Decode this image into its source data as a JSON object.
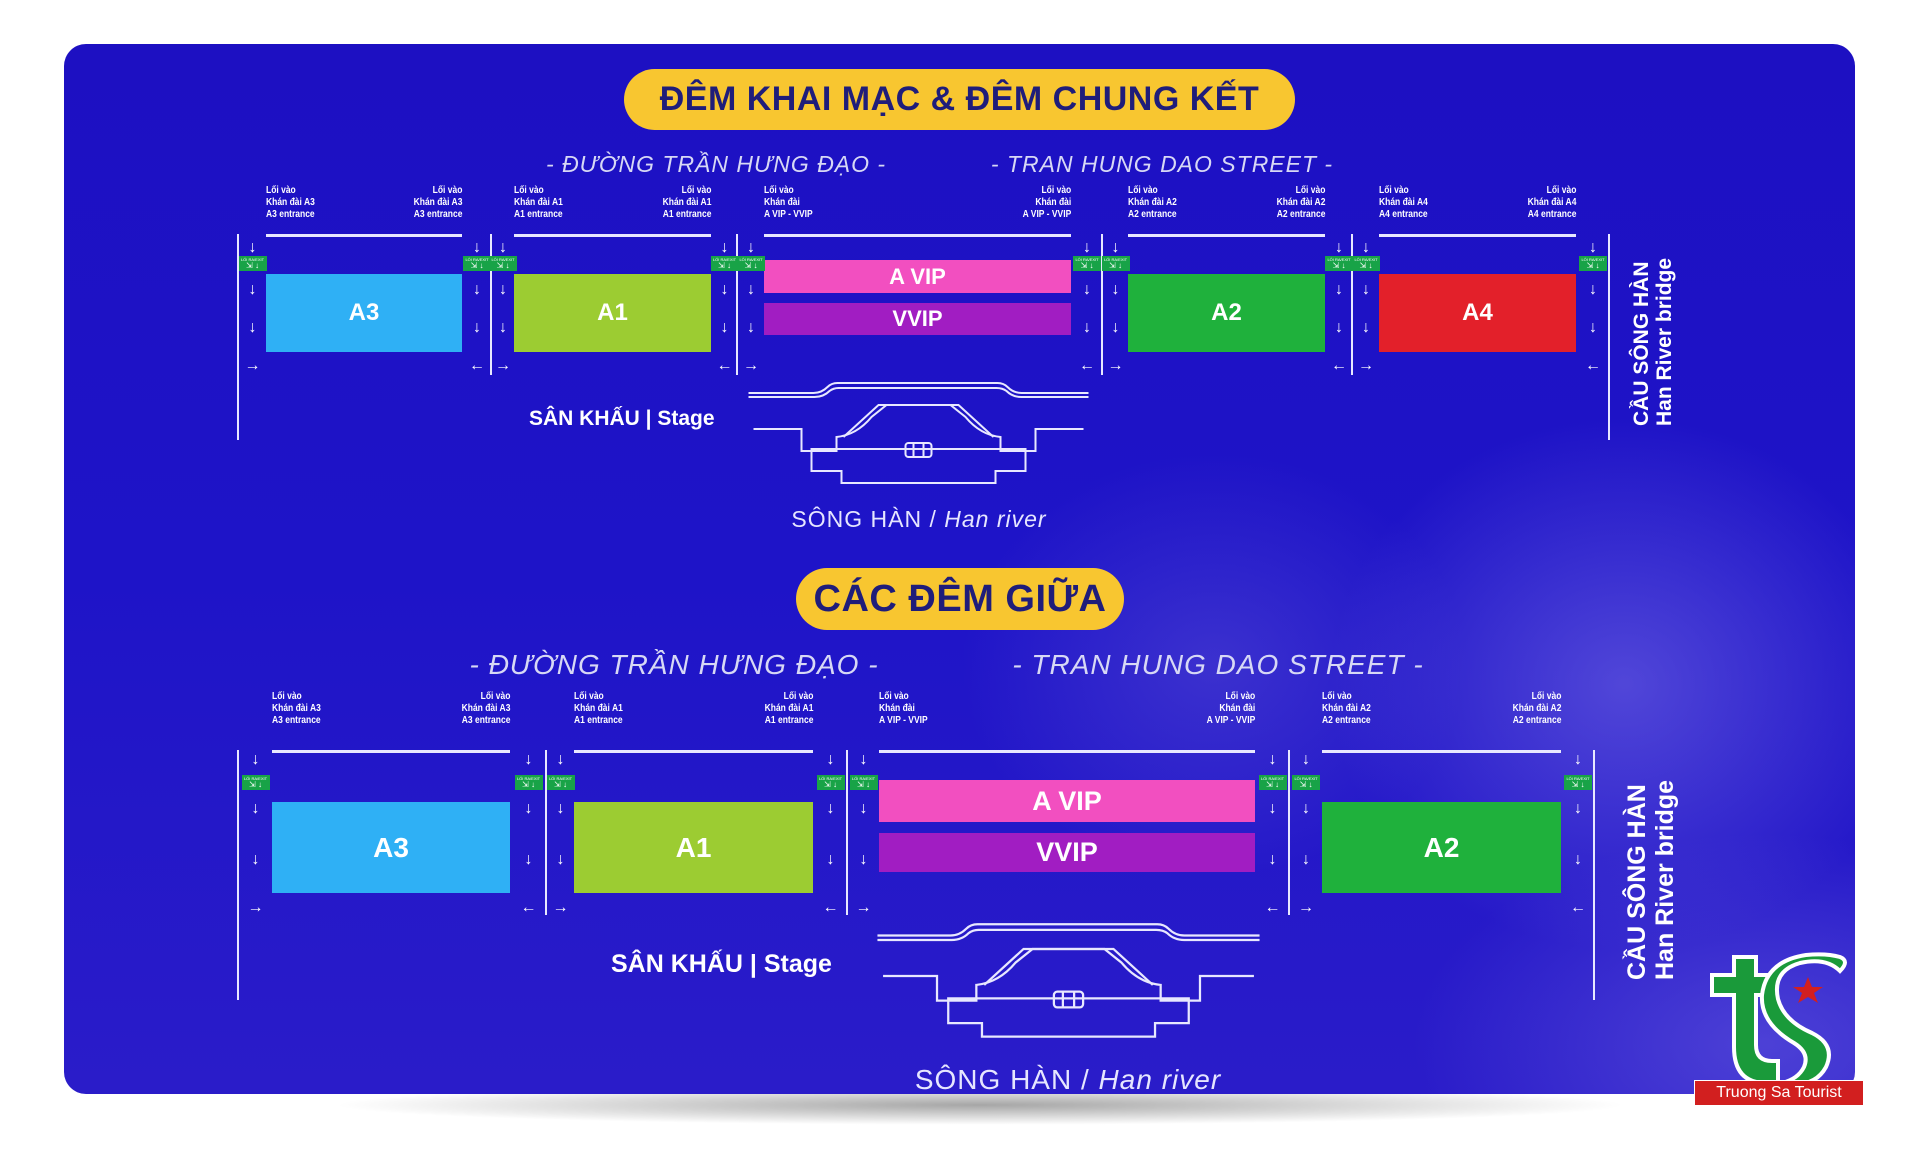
{
  "colors": {
    "background": "#1e14c8",
    "pill": "#f8c630",
    "A3": "#2fb0f5",
    "A1": "#9ccc32",
    "A_VIP": "#f24fc0",
    "VVIP": "#a11dc2",
    "A2": "#1fb13c",
    "A4": "#e3202a",
    "exit": "#18a347"
  },
  "exit_sign": "LỐI RA/EXIT",
  "sections": [
    {
      "title": "ĐÊM KHAI MẠC & ĐÊM CHUNG KẾT",
      "street_vi": "- ĐƯỜNG TRẦN HƯNG ĐẠO -",
      "street_en": "- TRAN HUNG DAO STREET -",
      "entrances": [
        [
          "Lối vào",
          "Khán đài A3",
          "A3 entrance"
        ],
        [
          "Lối vào",
          "Khán đài A3",
          "A3 entrance"
        ],
        [
          "Lối vào",
          "Khán đài A1",
          "A1 entrance"
        ],
        [
          "Lối vào",
          "Khán đài A1",
          "A1 entrance"
        ],
        [
          "Lối vào",
          "Khán đài",
          "A VIP - VVIP"
        ],
        [
          "Lối vào",
          "Khán đài",
          "A VIP - VVIP"
        ],
        [
          "Lối vào",
          "Khán đài A2",
          "A2 entrance"
        ],
        [
          "Lối vào",
          "Khán đài A2",
          "A2 entrance"
        ],
        [
          "Lối vào",
          "Khán đài A4",
          "A4 entrance"
        ],
        [
          "Lối vào",
          "Khán đài A4",
          "A4 entrance"
        ]
      ],
      "stands": [
        {
          "label": "A3",
          "color": "#2fb0f5"
        },
        {
          "label": "A1",
          "color": "#9ccc32"
        },
        {
          "label": "A VIP",
          "color": "#f24fc0"
        },
        {
          "label": "VVIP",
          "color": "#a11dc2"
        },
        {
          "label": "A2",
          "color": "#1fb13c"
        },
        {
          "label": "A4",
          "color": "#e3202a"
        }
      ],
      "stage_label": "SÂN KHẤU | Stage",
      "river_vi": "SÔNG HÀN /",
      "river_en": "Han river",
      "bridge_vi": "CẦU SÔNG HÀN",
      "bridge_en": "Han River bridge"
    },
    {
      "title": "CÁC ĐÊM GIỮA",
      "street_vi": "- ĐƯỜNG TRẦN HƯNG ĐẠO -",
      "street_en": "- TRAN HUNG DAO STREET -",
      "entrances": [
        [
          "Lối vào",
          "Khán đài A3",
          "A3 entrance"
        ],
        [
          "Lối vào",
          "Khán đài A3",
          "A3 entrance"
        ],
        [
          "Lối vào",
          "Khán đài A1",
          "A1 entrance"
        ],
        [
          "Lối vào",
          "Khán đài A1",
          "A1 entrance"
        ],
        [
          "Lối vào",
          "Khán đài",
          "A VIP - VVIP"
        ],
        [
          "Lối vào",
          "Khán đài",
          "A VIP - VVIP"
        ],
        [
          "Lối vào",
          "Khán đài A2",
          "A2 entrance"
        ],
        [
          "Lối vào",
          "Khán đài A2",
          "A2 entrance"
        ]
      ],
      "stands": [
        {
          "label": "A3",
          "color": "#2fb0f5"
        },
        {
          "label": "A1",
          "color": "#9ccc32"
        },
        {
          "label": "A VIP",
          "color": "#f24fc0"
        },
        {
          "label": "VVIP",
          "color": "#a11dc2"
        },
        {
          "label": "A2",
          "color": "#1fb13c"
        }
      ],
      "stage_label": "SÂN KHẤU | Stage",
      "river_vi": "SÔNG HÀN /",
      "river_en": "Han river",
      "bridge_vi": "CẦU SÔNG HÀN",
      "bridge_en": "Han River bridge"
    }
  ],
  "logo": {
    "mark": "tS",
    "caption": "Truong Sa Tourist"
  }
}
